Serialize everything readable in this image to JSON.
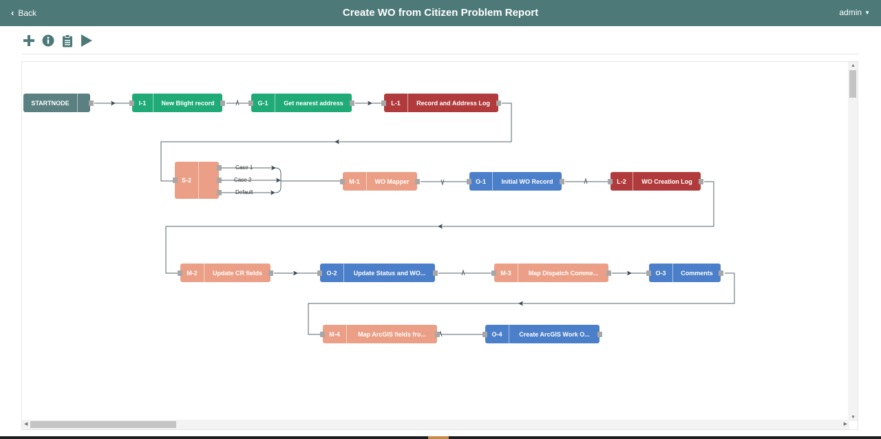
{
  "header": {
    "back_label": "Back",
    "title": "Create WO from Citizen Problem Report",
    "user": "admin",
    "bg_color": "#4d7a78"
  },
  "toolbar": {
    "icons": [
      "plus-icon",
      "info-icon",
      "clipboard-icon",
      "play-icon"
    ]
  },
  "colors": {
    "start": "#5a8082",
    "input": "#1faa78",
    "gateway": "#1faa78",
    "log": "#b13b3c",
    "mapper": "#eb9f86",
    "operation": "#4b7fc9",
    "switch": "#eb9f86"
  },
  "nodes": [
    {
      "key": "start",
      "id": "STARTNODE",
      "label": "",
      "kind": "start"
    },
    {
      "key": "i1",
      "id": "I-1",
      "label": "New Blight record",
      "kind": "input"
    },
    {
      "key": "g1",
      "id": "G-1",
      "label": "Get nearest address",
      "kind": "gateway"
    },
    {
      "key": "l1",
      "id": "L-1",
      "label": "Record and Address Log",
      "kind": "log"
    },
    {
      "key": "m1",
      "id": "M-1",
      "label": "WO Mapper",
      "kind": "mapper"
    },
    {
      "key": "o1",
      "id": "O-1",
      "label": "Initial WO Record",
      "kind": "operation"
    },
    {
      "key": "l2",
      "id": "L-2",
      "label": "WO Creation Log",
      "kind": "log"
    },
    {
      "key": "m2",
      "id": "M-2",
      "label": "Update CR fields",
      "kind": "mapper"
    },
    {
      "key": "o2",
      "id": "O-2",
      "label": "Update Status and WO...",
      "kind": "operation"
    },
    {
      "key": "m3",
      "id": "M-3",
      "label": "Map Dispatch Comme...",
      "kind": "mapper"
    },
    {
      "key": "o3",
      "id": "O-3",
      "label": "Comments",
      "kind": "operation"
    },
    {
      "key": "m4",
      "id": "M-4",
      "label": "Map ArcGIS fields fro...",
      "kind": "mapper"
    },
    {
      "key": "o4",
      "id": "O-4",
      "label": "Create ArcGIS Work O...",
      "kind": "operation"
    }
  ],
  "switch_node": {
    "id": "S-2",
    "cases": [
      "Case 1",
      "Case 2",
      "Default"
    ]
  }
}
